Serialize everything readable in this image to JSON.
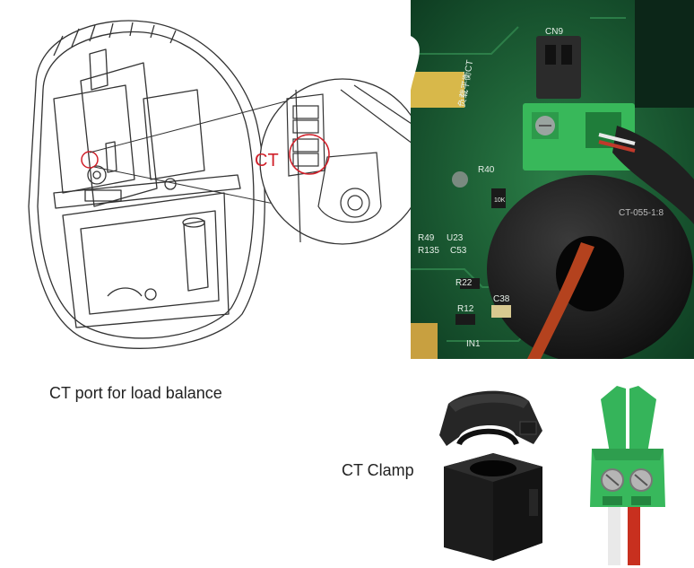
{
  "labels": {
    "ct_callout": "CT",
    "ct_port_caption": "CT port for load balance",
    "ct_clamp_caption": "CT Clamp"
  },
  "pcb_markings": {
    "cn": "CN9",
    "r40": "R40",
    "r22": "R22",
    "r12": "R12",
    "c38": "C38",
    "in1": "IN1",
    "r49": "R49",
    "r135": "R135",
    "c53": "C53",
    "u23": "U23",
    "chinese": "负载平衡CT",
    "ct_part": "CT-055-1:8",
    "resistor_code": "10K"
  },
  "colors": {
    "callout_red": "#d0202a",
    "pcb_green": "#1d6b3a",
    "terminal_green": "#36b85c",
    "clamp_black": "#1c1c1c"
  },
  "icons": [
    "evse-exploded-drawing",
    "ct-connector-zoom",
    "pcb-photo",
    "ct-clamp",
    "terminal-plug"
  ]
}
